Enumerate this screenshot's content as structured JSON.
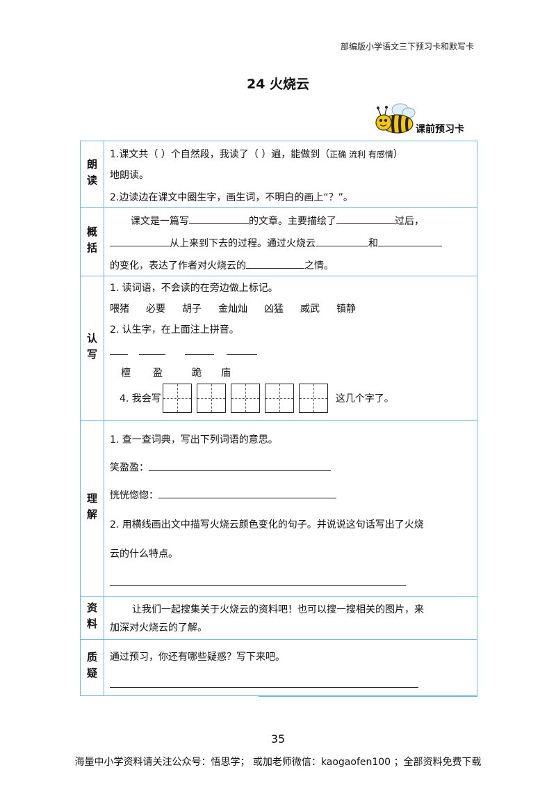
{
  "header": "部编版小学语文三下预习卡和默写卡",
  "title": "24 火烧云",
  "badge": "课前预习卡",
  "sections": {
    "read": {
      "label": "朗读",
      "l1a": "1.课文共（    ）个自然段，我读了（    ）遍，能做到（",
      "l1b": "正确  流利  有感情",
      "l1c": "）",
      "l2": "地朗读。",
      "l3": "2.边读边在课文中圈生字，画生词，不明白的画上“？”。"
    },
    "summary": {
      "label": "概括",
      "p1": "课文是一篇写",
      "p2": "的文章。主要描绘了",
      "p3": "过后，",
      "p4": "从上来到下去的过程。通过火烧云",
      "p5": "和",
      "p6": "的变化，表达了作者对火烧云的",
      "p7": "之情。"
    },
    "recognize": {
      "label": "认写",
      "q1": "1. 读词语，不会读的在旁边做上标记。",
      "words": [
        "喂猪",
        "必要",
        "胡子",
        "金灿灿",
        "凶猛",
        "威武",
        "镇静"
      ],
      "q2": "2. 认生字，在上面注上拼音。",
      "chars": [
        "檀",
        "盈",
        "跪",
        "庙"
      ],
      "q4a": "4. 我会写",
      "q4b": "这几个字了。"
    },
    "understand": {
      "label": "理解",
      "q1": "1. 查一查词典，写出下列词语的意思。",
      "w1": "笑盈盈：",
      "w2": "恍恍惚惚：",
      "q2a": "2. 用横线画出文中描写火烧云颜色变化的句子。并说说这句话写出了火烧",
      "q2b": "云的什么特点。"
    },
    "material": {
      "label": "资料",
      "t1": "让我们一起搜集关于火烧云的资料吧！也可以搜一搜相关的图片，来",
      "t2": "加深对火烧云的了解。"
    },
    "question": {
      "label": "质疑",
      "t1": "通过预习，你还有哪些疑惑？写下来吧。"
    }
  },
  "page_number": "35",
  "footer": "海量中小学资料请关注公众号：悟思学；  或加老师微信：kaogaofen100 ；全部资料免费下载"
}
